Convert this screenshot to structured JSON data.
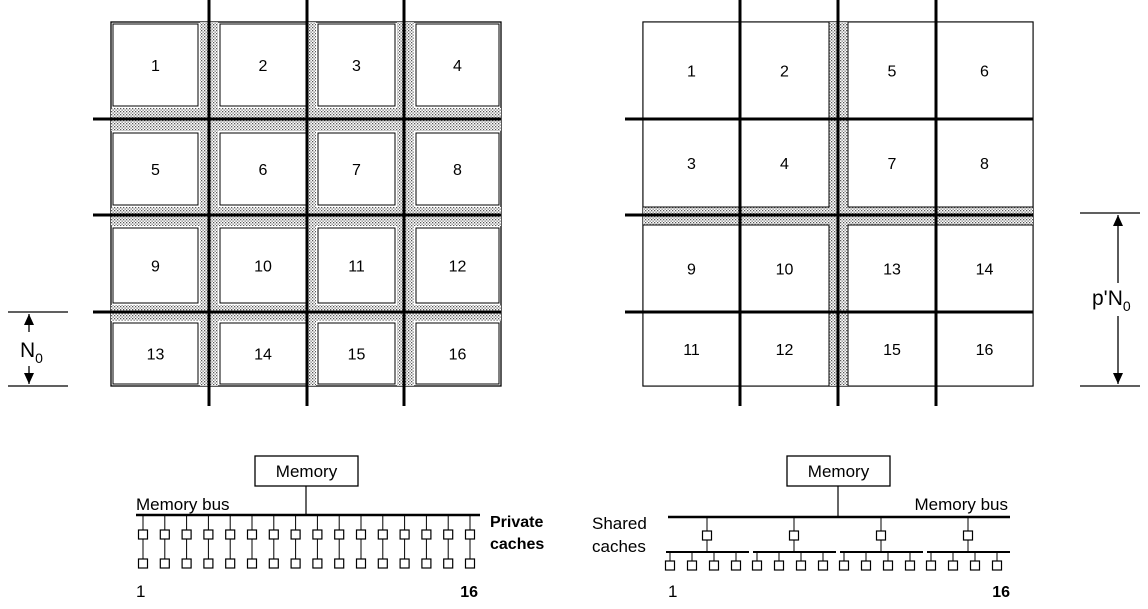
{
  "left_grid": {
    "rows": [
      [
        "1",
        "2",
        "3",
        "4"
      ],
      [
        "5",
        "6",
        "7",
        "8"
      ],
      [
        "9",
        "10",
        "11",
        "12"
      ],
      [
        "13",
        "14",
        "15",
        "16"
      ]
    ],
    "dimension": {
      "text": "N",
      "subscript": "0"
    }
  },
  "right_grid": {
    "rows": [
      [
        "1",
        "2",
        "5",
        "6"
      ],
      [
        "3",
        "4",
        "7",
        "8"
      ],
      [
        "9",
        "10",
        "13",
        "14"
      ],
      [
        "11",
        "12",
        "15",
        "16"
      ]
    ],
    "dimension": {
      "text": "p'N",
      "subscript": "0"
    }
  },
  "left_bus": {
    "memory_label": "Memory",
    "bus_label": "Memory bus",
    "cache_label_line1": "Private",
    "cache_label_line2": "caches",
    "first_index": "1",
    "last_index": "16"
  },
  "right_bus": {
    "memory_label": "Memory",
    "bus_label": "Memory bus",
    "cache_label_line1": "Shared",
    "cache_label_line2": "caches",
    "first_index": "1",
    "last_index": "16"
  }
}
